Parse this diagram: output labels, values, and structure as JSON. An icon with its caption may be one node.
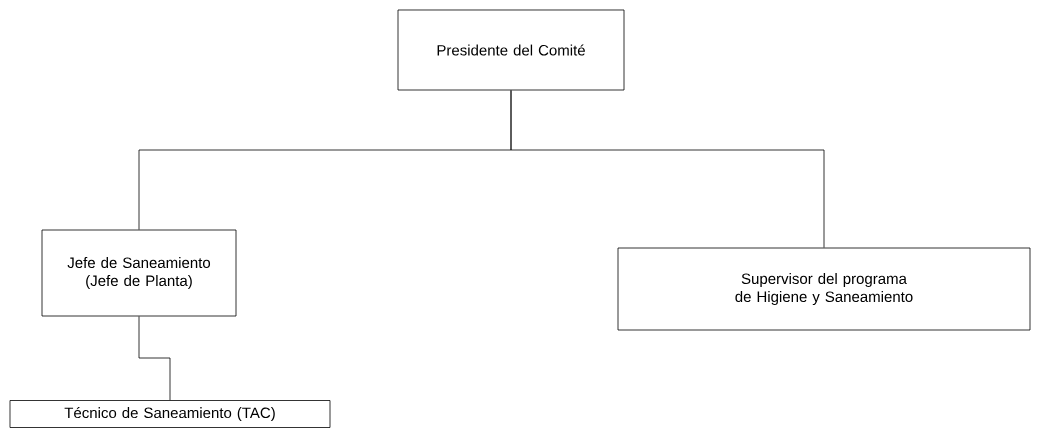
{
  "diagram": {
    "nodes": [
      {
        "text": [
          "Presidente del Comité"
        ]
      },
      {
        "text": [
          "Jefe de Saneamiento (Jefe de Planta)"
        ]
      },
      {
        "text": [
          "Supervisor del programa de Higiene y Saneamiento"
        ]
      },
      {
        "text": [
          "Técnico de Saneamiento (TAC)"
        ]
      }
    ],
    "edges": [
      {
        "from": 0,
        "to": 1,
        "arrow": "none"
      },
      {
        "from": 0,
        "to": 2,
        "arrow": "none"
      },
      {
        "from": 1,
        "to": 3,
        "arrow": "none"
      }
    ]
  }
}
